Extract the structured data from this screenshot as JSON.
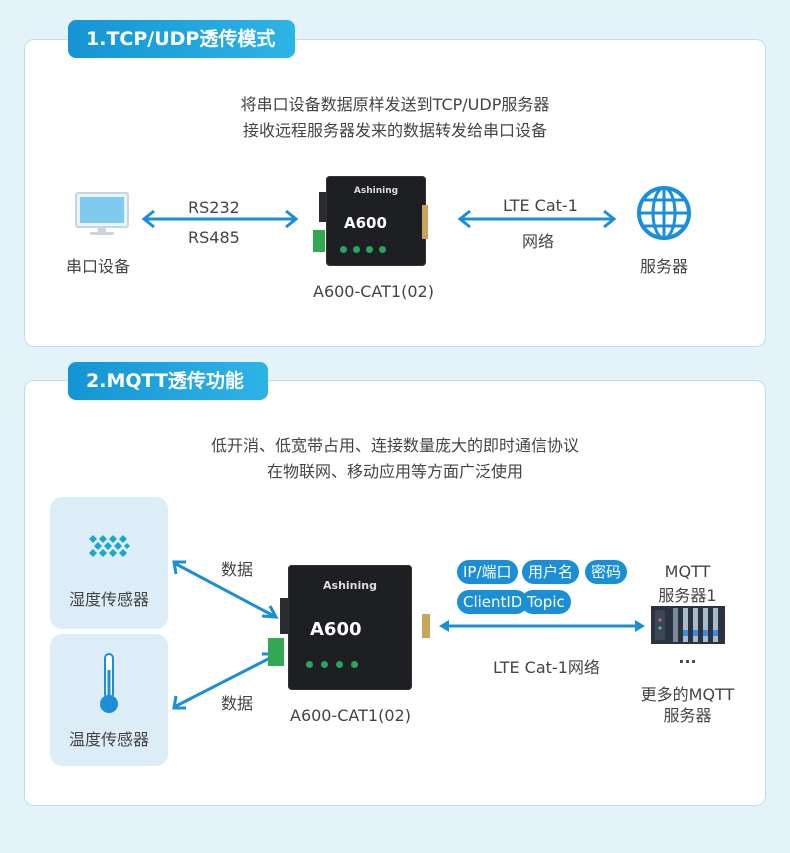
{
  "section1": {
    "badge": "1.TCP/UDP透传模式",
    "desc_line1": "将串口设备数据原样发送到TCP/UDP服务器",
    "desc_line2": "接收远程服务器发来的数据转发给串口设备",
    "left_label": "串口设备",
    "link_left_top": "RS232",
    "link_left_bottom": "RS485",
    "device_brand": "Ashining",
    "device_model": "A600",
    "device_caption": "A600-CAT1(02)",
    "link_right_top": "LTE Cat-1",
    "link_right_bottom": "网络",
    "right_label": "服务器"
  },
  "section2": {
    "badge": "2.MQTT透传功能",
    "desc_line1": "低开消、低宽带占用、连接数量庞大的即时通信协议",
    "desc_line2": "在物联网、移动应用等方面广泛使用",
    "sensor1_label": "湿度传感器",
    "sensor2_label": "温度传感器",
    "data_label_top": "数据",
    "data_label_bottom": "数据",
    "device_brand": "Ashining",
    "device_model": "A600",
    "device_caption": "A600-CAT1(02)",
    "tags": [
      "IP/端口",
      "用户名",
      "密码",
      "ClientID",
      "Topic"
    ],
    "network_label": "LTE Cat-1网络",
    "mqtt_server_line1": "MQTT",
    "mqtt_server_line2": "服务器1",
    "ellipsis": "···",
    "more_line1": "更多的MQTT",
    "more_line2": "服务器"
  },
  "colors": {
    "accent": "#1b8fd6",
    "panel_border": "#b9e0f1",
    "background": "#e4f3fa"
  }
}
